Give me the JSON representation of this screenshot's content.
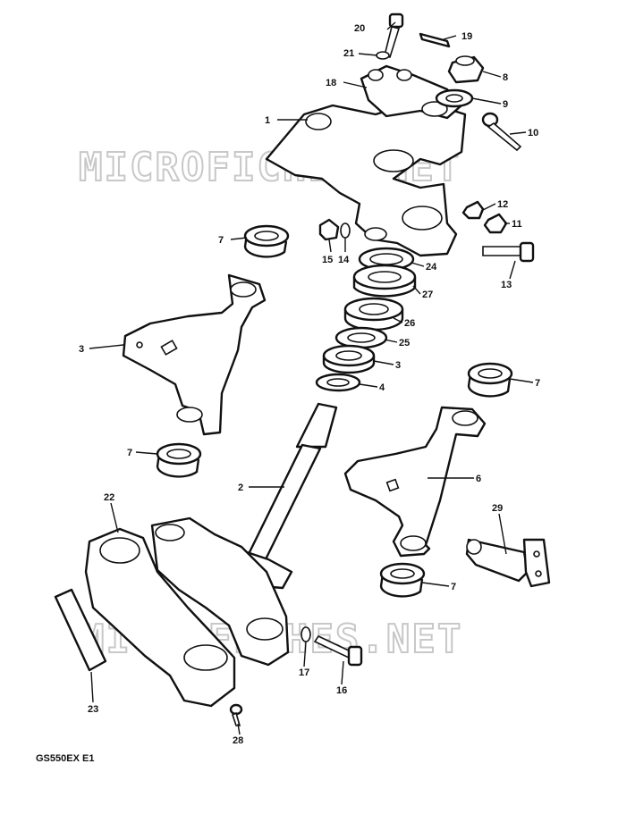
{
  "watermarks": [
    "MICROFICHES.NET",
    "MICROFICHES.NET"
  ],
  "model_code": "GS550EX E1",
  "callouts": {
    "p1": "1",
    "p2": "2",
    "p3": "3",
    "p3b": "3",
    "p4": "4",
    "p6": "6",
    "p7a": "7",
    "p7b": "7",
    "p7c": "7",
    "p7d": "7",
    "p8": "8",
    "p9": "9",
    "p10": "10",
    "p11": "11",
    "p12": "12",
    "p13": "13",
    "p14": "14",
    "p15": "15",
    "p16": "16",
    "p17": "17",
    "p18": "18",
    "p19": "19",
    "p20": "20",
    "p21": "21",
    "p22": "22",
    "p23": "23",
    "p24": "24",
    "p25": "25",
    "p26": "26",
    "p27": "27",
    "p28": "28",
    "p29": "29"
  }
}
